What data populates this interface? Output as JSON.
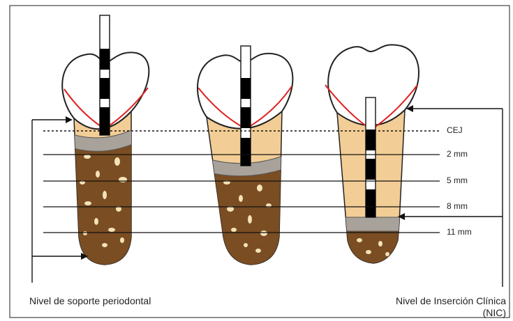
{
  "levels": {
    "cej": "CEJ",
    "mm2": "2 mm",
    "mm5": "5 mm",
    "mm8": "8 mm",
    "mm11": "11 mm"
  },
  "captions": {
    "left": "Nivel de soporte periodontal",
    "right_line1": "Nivel de Inserción Clínica",
    "right_line2": "(NIC)"
  },
  "colors": {
    "root": "#f2cd95",
    "bone": "#7a4d22",
    "attachment": "#a8a29a",
    "gingiva": "#e02020",
    "probe_band": "#000000"
  }
}
